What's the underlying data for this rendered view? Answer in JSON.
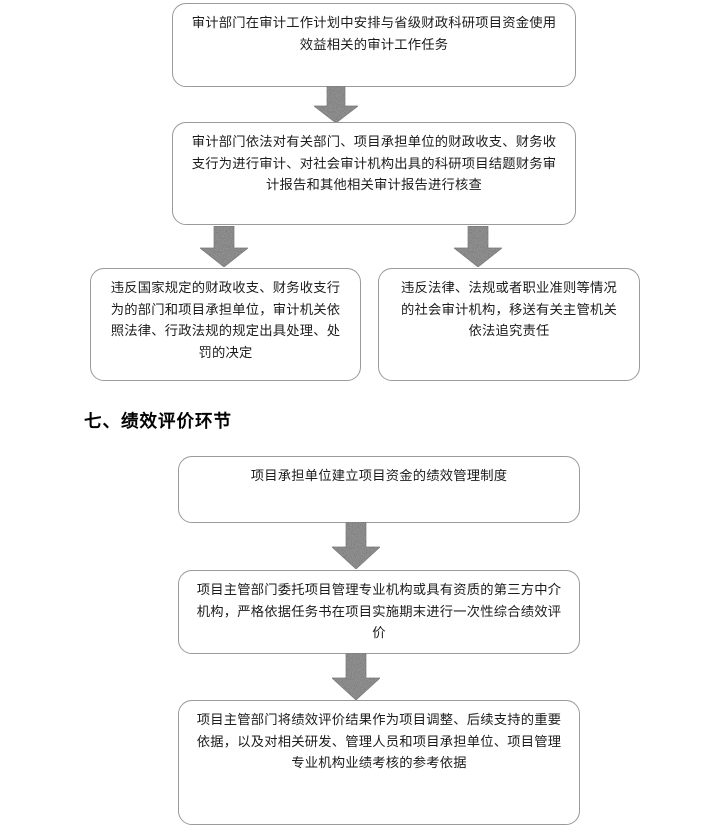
{
  "document": {
    "page_background": "#ffffff",
    "text_color": "#1c1c1c",
    "box_border_color": "#9a9a9a",
    "arrow_fill_color": "#9b9b9b"
  },
  "sections": [
    {
      "id": "audit-section",
      "heading": "",
      "nodes": [
        {
          "id": "audit-node-1",
          "name": "audit-plan-task-box",
          "text": "审计部门在审计工作计划中安排与省级财政科研项目资金使用效益相关的审计工作任务"
        },
        {
          "id": "audit-node-2",
          "name": "audit-execution-box",
          "text": "审计部门依法对有关部门、项目承担单位的财政收支、财务收支行为进行审计、对社会审计机构出具的科研项目结题财务审计报告和其他相关审计报告进行核查"
        },
        {
          "id": "audit-node-3-left",
          "name": "audit-penalty-departments-box",
          "text": "违反国家规定的财政收支、财务收支行为的部门和项目承担单位，审计机关依照法律、行政法规的规定出具处理、处罚的决定"
        },
        {
          "id": "audit-node-3-right",
          "name": "audit-penalty-agencies-box",
          "text": "违反法律、法规或者职业准则等情况的社会审计机构，移送有关主管机关依法追究责任"
        }
      ],
      "arrows": [
        {
          "id": "audit-arrow-1",
          "name": "down-arrow-icon",
          "direction": "down"
        },
        {
          "id": "audit-arrow-2-left",
          "name": "down-arrow-icon",
          "direction": "down"
        },
        {
          "id": "audit-arrow-2-right",
          "name": "down-arrow-icon",
          "direction": "down"
        }
      ]
    },
    {
      "id": "performance-section",
      "heading": "七、绩效评价环节",
      "nodes": [
        {
          "id": "perf-node-1",
          "name": "performance-management-system-box",
          "text": "项目承担单位建立项目资金的绩效管理制度"
        },
        {
          "id": "perf-node-2",
          "name": "performance-evaluation-commission-box",
          "text": "项目主管部门委托项目管理专业机构或具有资质的第三方中介机构，严格依据任务书在项目实施期末进行一次性综合绩效评价"
        },
        {
          "id": "perf-node-3",
          "name": "performance-result-usage-box",
          "text": "项目主管部门将绩效评价结果作为项目调整、后续支持的重要依据，以及对相关研发、管理人员和项目承担单位、项目管理专业机构业绩考核的参考依据"
        }
      ],
      "arrows": [
        {
          "id": "perf-arrow-1",
          "name": "down-arrow-icon",
          "direction": "down"
        },
        {
          "id": "perf-arrow-2",
          "name": "down-arrow-icon",
          "direction": "down"
        }
      ]
    }
  ]
}
